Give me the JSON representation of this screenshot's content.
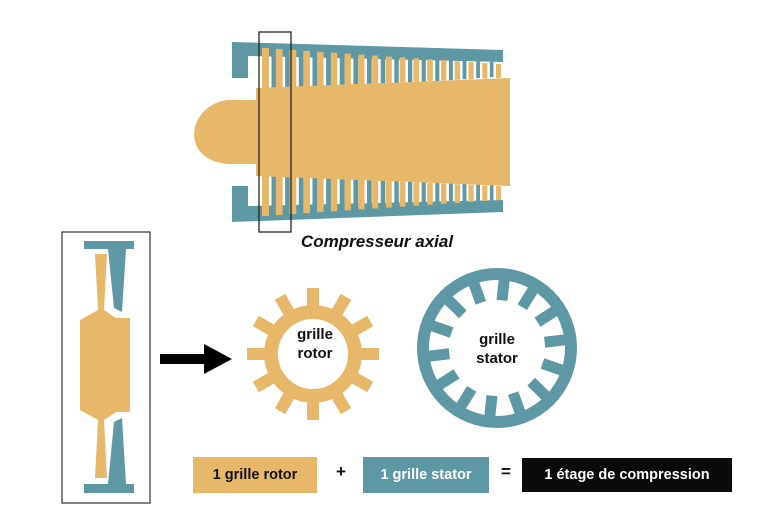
{
  "diagram": {
    "caption": "Compresseur axial",
    "rotor_ring": {
      "line1": "grille",
      "line2": "rotor",
      "tooth_count": 12
    },
    "stator_ring": {
      "line1": "grille",
      "line2": "stator",
      "vane_count": 14
    },
    "equation": {
      "rotor_box": "1 grille rotor",
      "plus": "+",
      "stator_box": "1 grille stator",
      "equals": "=",
      "result_box": "1 étage de compression"
    },
    "colors": {
      "rotor": "#e8b86a",
      "stator": "#5e98a4",
      "result_bg": "#0a0a0a",
      "arrow": "#000000"
    }
  }
}
